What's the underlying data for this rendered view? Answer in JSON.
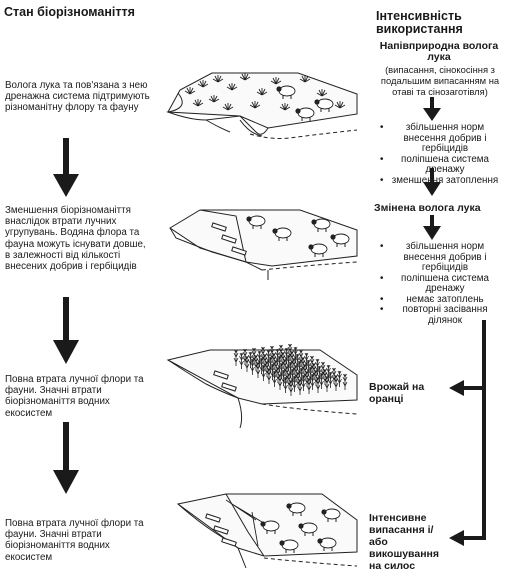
{
  "header": {
    "left_title": "Стан біорізноманіття",
    "right_title_line1": "Інтенсивність",
    "right_title_line2": "використання"
  },
  "left": {
    "stage1": "Волога лука та пов'язана з нею дренажна система підтримують різноманітну флору та фауну",
    "stage2": "Зменшення біорізноманіття внаслідок втрати лучних угрупувань. Водяна флора та фауна можуть існувати довше, в залежності від кількості внесених добрив і гербіцидів",
    "stage3": "Повна втрата лучної флори та фауни. Значні втрати біорізноманіття водних екосистем",
    "stage4": "Повна втрата лучної флори та фауни. Значні втрати біорізноманіття водних екосистем"
  },
  "right": {
    "state1_title": "Напівприродна волога лука",
    "state1_sub": "(випасання, сінокосіння з подальшим випасанням на отаві та сінозаготівля)",
    "bullets1": [
      "збільшення норм внесення добрив і гербіцидів",
      "поліпшена система дренажу",
      "зменшення затоплення"
    ],
    "state2_title": "Змінена волога лука",
    "bullets2": [
      "збільшення норм внесення добрив і гербіцидів",
      "поліпшена система дренажу",
      "немає затоплень",
      "повторні засівання ділянок"
    ],
    "state3": "Врожай на оранці",
    "state4": "Інтенсивне випасання і/або викошування на силос"
  }
}
